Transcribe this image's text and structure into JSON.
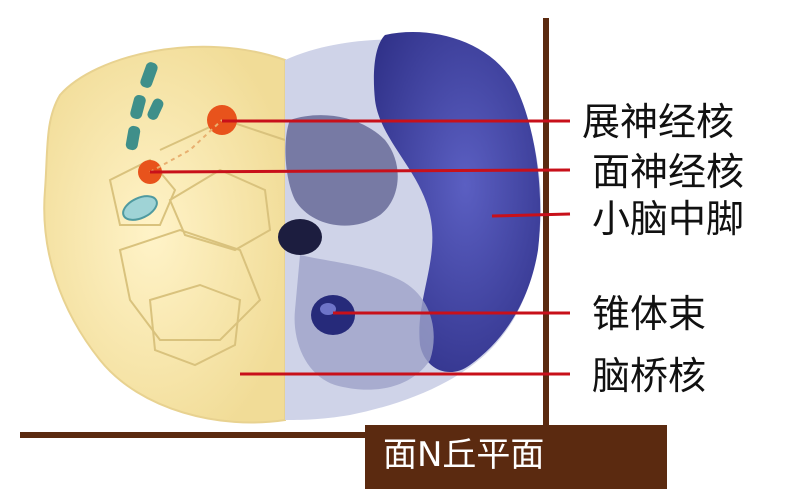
{
  "labels": {
    "abducens_nucleus": "展神经核",
    "facial_nucleus": "面神经核",
    "middle_cerebellar_peduncle": "小脑中脚",
    "pyramidal_tract": "锥体束",
    "pontine_nuclei": "脑桥核"
  },
  "caption": "面N丘平面",
  "colors": {
    "pointer_line": "#c8101a",
    "frame_line": "#5b2a10",
    "caption_bg": "#5b2a10",
    "nucleus_marker": "#e8531c",
    "stain_blue": "#3d3f9c",
    "tissue_cream": "#f3e3a8"
  }
}
